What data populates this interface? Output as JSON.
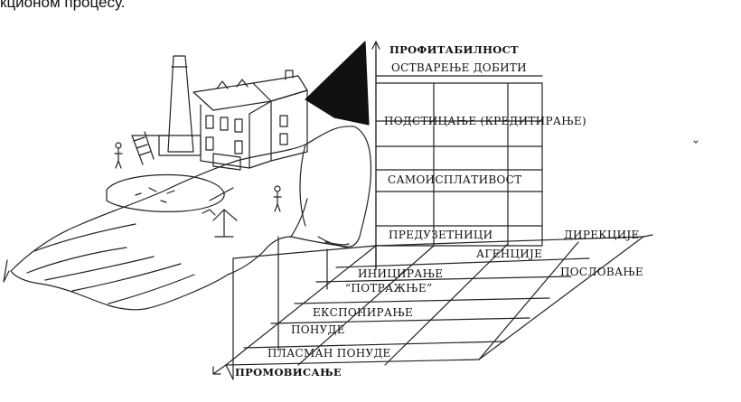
{
  "header_fragment": "кционом процесу.",
  "axis": {
    "vertical_title": "ПРОФИТАБИЛНОСТ",
    "horizontal_title": "ПРОМОВИСАЊЕ"
  },
  "vertical_levels": [
    "ОСТВАРЕЊЕ ДОБИТИ",
    "ПОДСТИЦАЊЕ (КРЕДИТИРАЊЕ)",
    "САМОИСПЛАТИВОСТ",
    "ПРЕДУЗЕТНИЦИ"
  ],
  "depth_levels": [
    "АГЕНЦИЈЕ",
    "ДИРЕКЦИЈЕ",
    "ПОСЛОВАЊЕ"
  ],
  "promotion_levels": [
    "ИНИЦИРАЊЕ",
    "“ПОТРАЖЊЕ”",
    "ЕКСПОНИРАЊЕ",
    "ПОНУДЕ",
    "ПЛАСМАН ПОНУДЕ"
  ],
  "illustration": {
    "icons": [
      "open-hand-icon",
      "factory-chimney-icon",
      "house-icon",
      "lake-icon",
      "person-icon",
      "tree-icon",
      "dark-roof-icon"
    ]
  }
}
